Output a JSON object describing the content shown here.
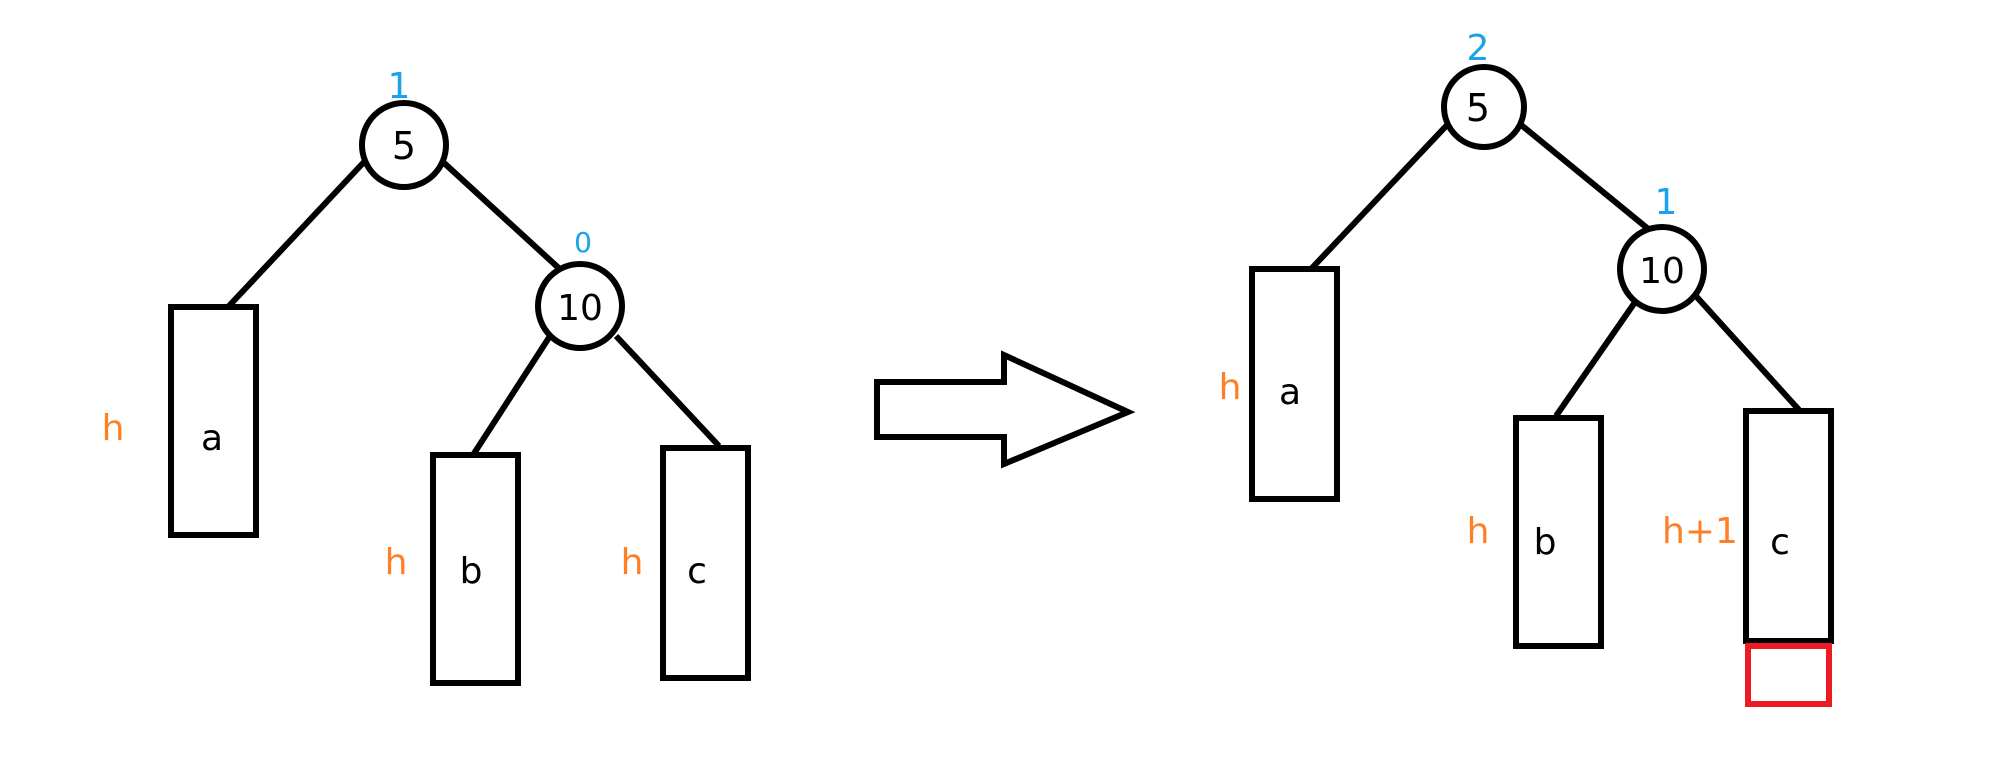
{
  "colors": {
    "stroke": "#000000",
    "balance_factor": "#1aa3e8",
    "height": "#ff7f27",
    "inserted": "#ed1c24"
  },
  "before": {
    "root": {
      "key": "5",
      "balance": "1"
    },
    "child": {
      "key": "10",
      "balance": "0"
    },
    "subtrees": [
      {
        "label": "a",
        "height": "h"
      },
      {
        "label": "b",
        "height": "h"
      },
      {
        "label": "c",
        "height": "h"
      }
    ]
  },
  "after": {
    "root": {
      "key": "5",
      "balance": "2"
    },
    "child": {
      "key": "10",
      "balance": "1"
    },
    "subtrees": [
      {
        "label": "a",
        "height": "h"
      },
      {
        "label": "b",
        "height": "h"
      },
      {
        "label": "c",
        "height": "h+1"
      }
    ]
  }
}
